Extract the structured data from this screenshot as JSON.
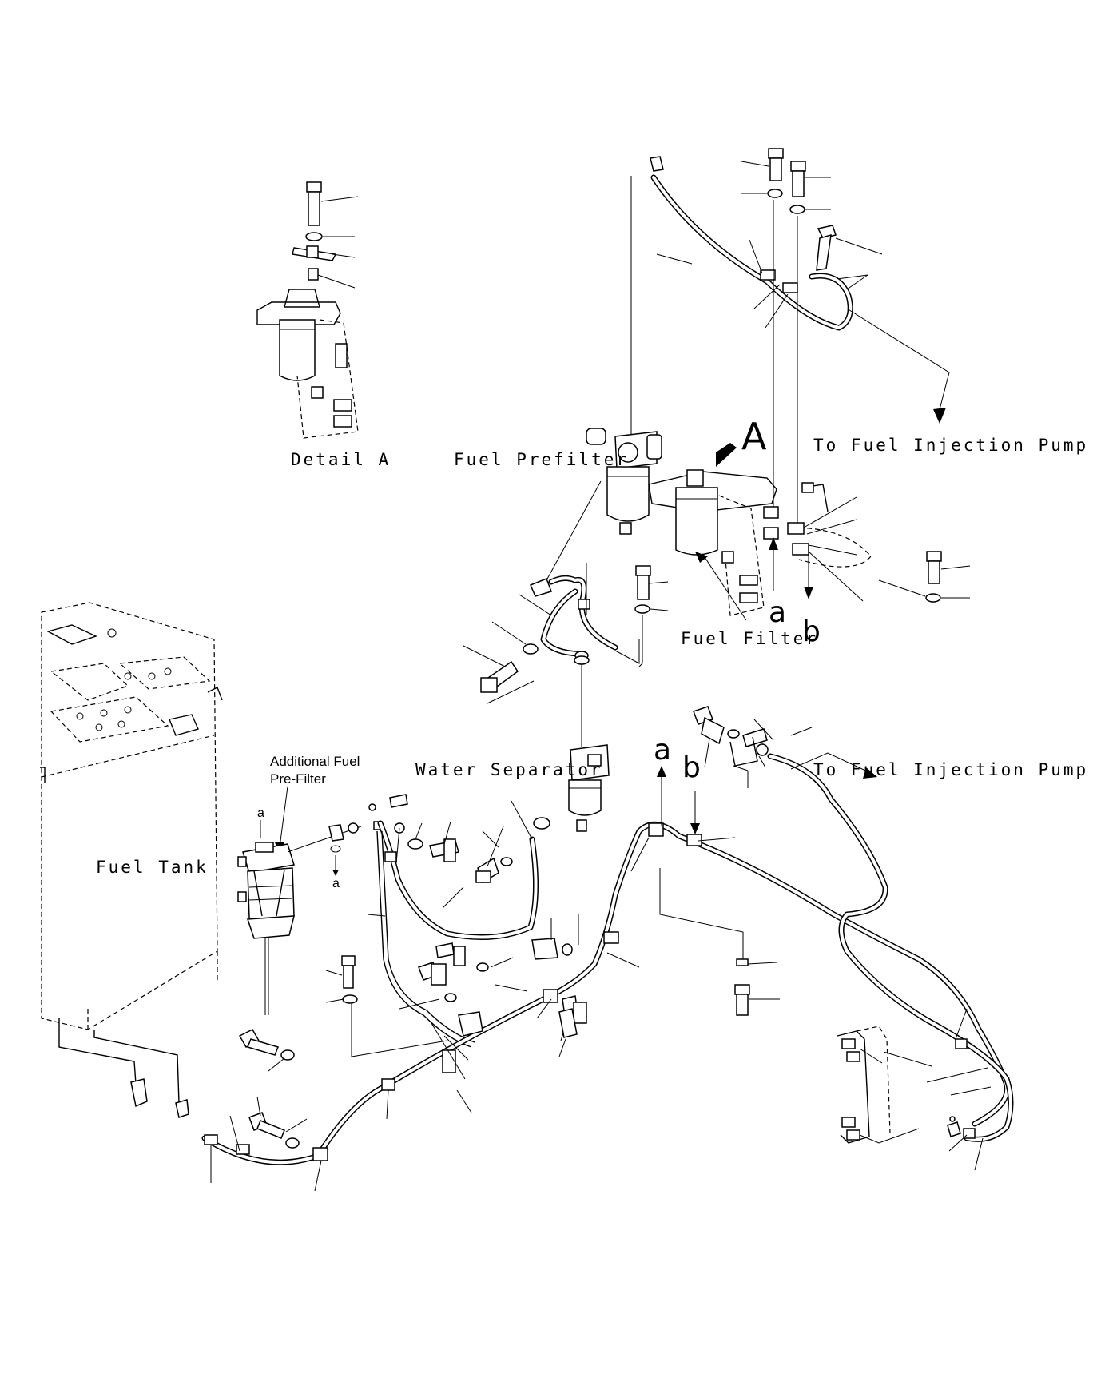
{
  "labels": {
    "detail_a": "Detail A",
    "fuel_prefilter": "Fuel Prefilter",
    "to_pump_top": "To Fuel Injection Pump",
    "big_a": "A",
    "fuel_filter": "Fuel Filter",
    "port_a_top": "a",
    "port_b_top": "b",
    "water_separator": "Water Separator",
    "port_a_mid": "a",
    "port_b_mid": "b",
    "to_pump_mid": "To Fuel Injection Pump",
    "additional_line1": "Additional Fuel",
    "additional_line2": "Pre-Filter",
    "small_a_top": "a",
    "small_a_bottom": "a",
    "fuel_tank": "Fuel Tank"
  }
}
